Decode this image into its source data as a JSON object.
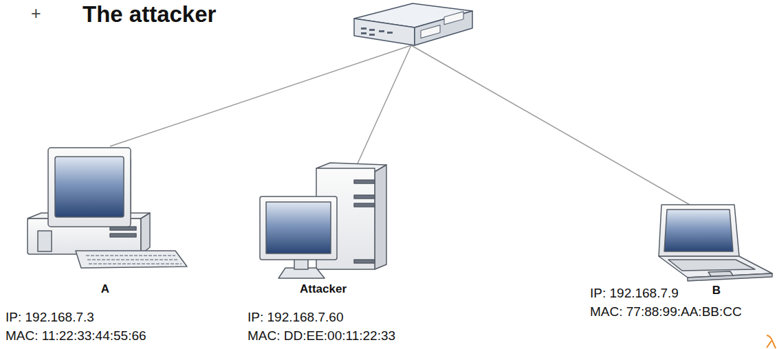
{
  "diagram": {
    "title": "The attacker",
    "nodes": [
      {
        "text": [
          "A",
          "IP: 192.168.7.3",
          "MAC: 11:22:33:44:55:66"
        ]
      },
      {
        "text": [
          "Attacker",
          "IP: 192.168.7.60",
          "MAC: DD:EE:00:11:22:33"
        ]
      },
      {
        "text": [
          "B",
          "IP: 192.168.7.9",
          "MAC: 77:88:99:AA:BB:CC"
        ]
      }
    ],
    "labels": [
      "+"
    ]
  }
}
